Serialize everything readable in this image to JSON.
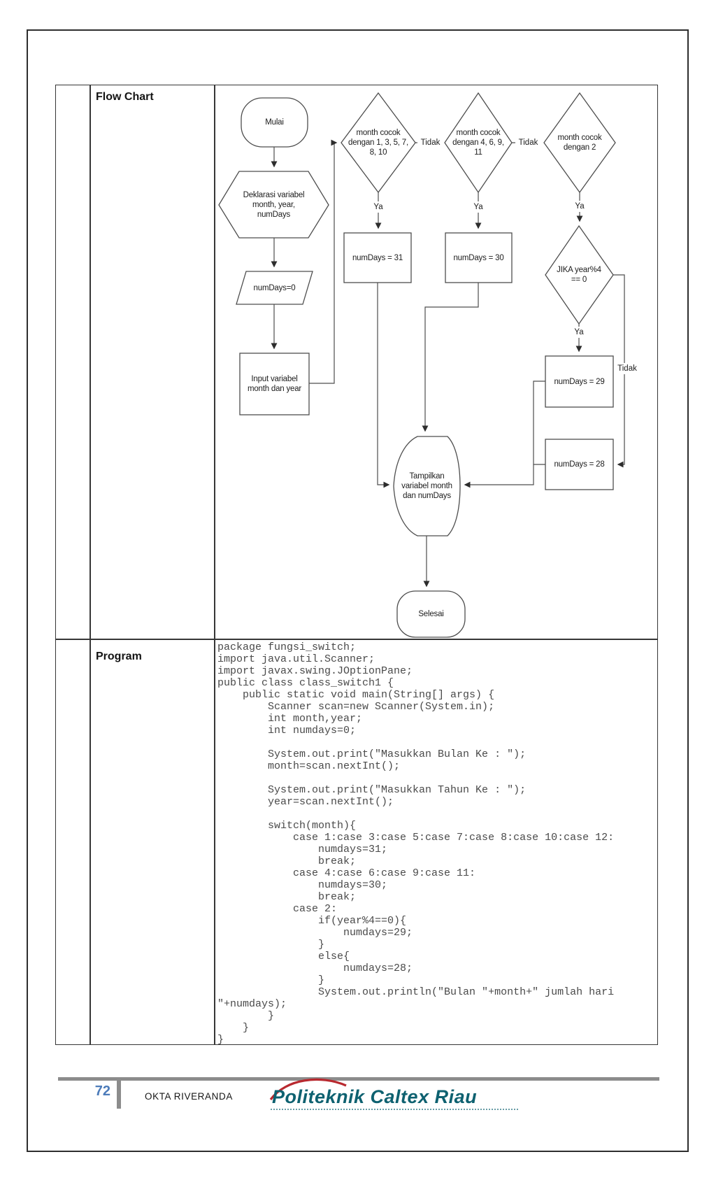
{
  "table": {
    "rows": [
      {
        "label": "Flow Chart"
      },
      {
        "label": "Program"
      }
    ]
  },
  "flowchart": {
    "mulai": "Mulai",
    "deklarasi": "Deklarasi variabel\nmonth, year,\nnumDays",
    "numdays0": "numDays=0",
    "input": "Input variabel\nmonth dan year",
    "d1": "month cocok\ndengan 1, 3, 5, 7,\n8, 10",
    "d2": "month cocok\ndengan 4, 6, 9,\n11",
    "d3": "month cocok\ndengan 2",
    "jika": "JIKA year%4\n== 0",
    "nd31": "numDays = 31",
    "nd30": "numDays = 30",
    "nd29": "numDays = 29",
    "nd28": "numDays = 28",
    "tampilkan": "Tampilkan\nvariabel month\ndan numDays",
    "selesai": "Selesai",
    "ya": "Ya",
    "tidak": "Tidak"
  },
  "program": {
    "code": "package fungsi_switch;\nimport java.util.Scanner;\nimport javax.swing.JOptionPane;\npublic class class_switch1 {\n    public static void main(String[] args) {\n        Scanner scan=new Scanner(System.in);\n        int month,year;\n        int numdays=0;\n\n        System.out.print(\"Masukkan Bulan Ke : \");\n        month=scan.nextInt();\n\n        System.out.print(\"Masukkan Tahun Ke : \");\n        year=scan.nextInt();\n\n        switch(month){\n            case 1:case 3:case 5:case 7:case 8:case 10:case 12:\n                numdays=31;\n                break;\n            case 4:case 6:case 9:case 11:\n                numdays=30;\n                break;\n            case 2:\n                if(year%4==0){\n                    numdays=29;\n                }\n                else{\n                    numdays=28;\n                }\n                System.out.println(\"Bulan \"+month+\" jumlah hari\n\"+numdays);\n        }\n    }\n}"
  },
  "footer": {
    "page_number": "72",
    "author": "OKTA RIVERANDA",
    "logo_text": "Politeknik Caltex Riau",
    "colors": {
      "page_number_blue": "#4d7cba",
      "bar_gray": "#8c8c8c",
      "logo_teal": "#0e6170",
      "logo_swoosh_red": "#b8292f"
    }
  }
}
